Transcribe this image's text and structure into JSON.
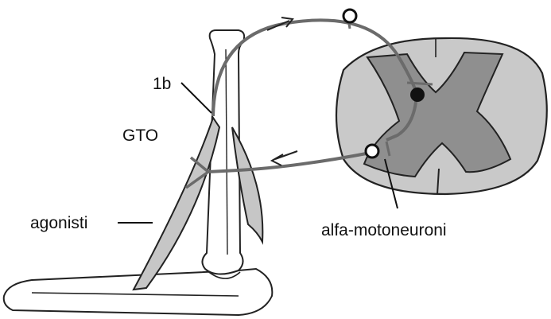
{
  "labels": {
    "fiber_1b": "1b",
    "gto": "GTO",
    "agonists": "agonisti",
    "motoneurons": "alfa-motoneuroni"
  },
  "colors": {
    "background": "#ffffff",
    "outline": "#222222",
    "bone_fill": "#ffffff",
    "muscle_fill": "#c6c6c6",
    "cord_white_matter": "#c9c9c9",
    "cord_gray_matter": "#8f8f8f",
    "nerve_path": "#6b6b6b",
    "neuron_filled": "#111111",
    "neuron_open": "#ffffff"
  },
  "icons": {
    "afferent_direction": "arrow-right-icon",
    "efferent_direction": "arrow-left-icon"
  }
}
